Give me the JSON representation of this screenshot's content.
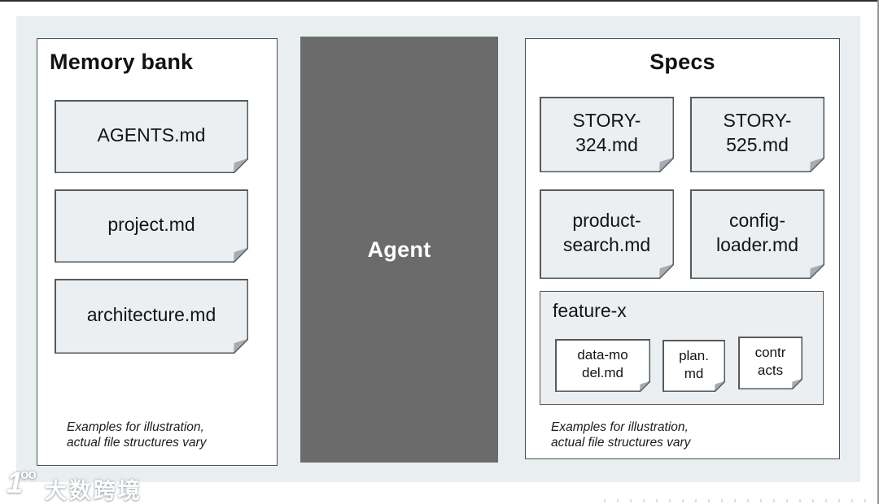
{
  "colors": {
    "canvas_background": "#e9eef1",
    "card_fill": "#eceff1",
    "inner_card_fill": "#ffffff",
    "agent_box": "#6b6b6b",
    "panel_border": "#4b4e51"
  },
  "memory_bank": {
    "title": "Memory bank",
    "files": [
      {
        "label": "AGENTS.md"
      },
      {
        "label": "project.md"
      },
      {
        "label": "architecture.md"
      }
    ],
    "note_line1": "Examples for illustration,",
    "note_line2": "actual file structures vary"
  },
  "agent": {
    "label": "Agent"
  },
  "specs": {
    "title": "Specs",
    "files": [
      {
        "line1": "STORY-",
        "line2": "324.md"
      },
      {
        "line1": "STORY-",
        "line2": "525.md"
      },
      {
        "line1": "product-",
        "line2": "search.md"
      },
      {
        "line1": "config-",
        "line2": "loader.md"
      }
    ],
    "feature_group": {
      "title": "feature-x",
      "files": [
        {
          "line1": "data-mo",
          "line2": "del.md"
        },
        {
          "line1": "plan.",
          "line2": "md"
        },
        {
          "line1": "contr",
          "line2": "acts"
        }
      ]
    },
    "note_line1": "Examples for illustration,",
    "note_line2": "actual file structures vary"
  },
  "watermark": {
    "mark_digit": "1",
    "mark_sup": "oo",
    "text": "大数跨境"
  }
}
